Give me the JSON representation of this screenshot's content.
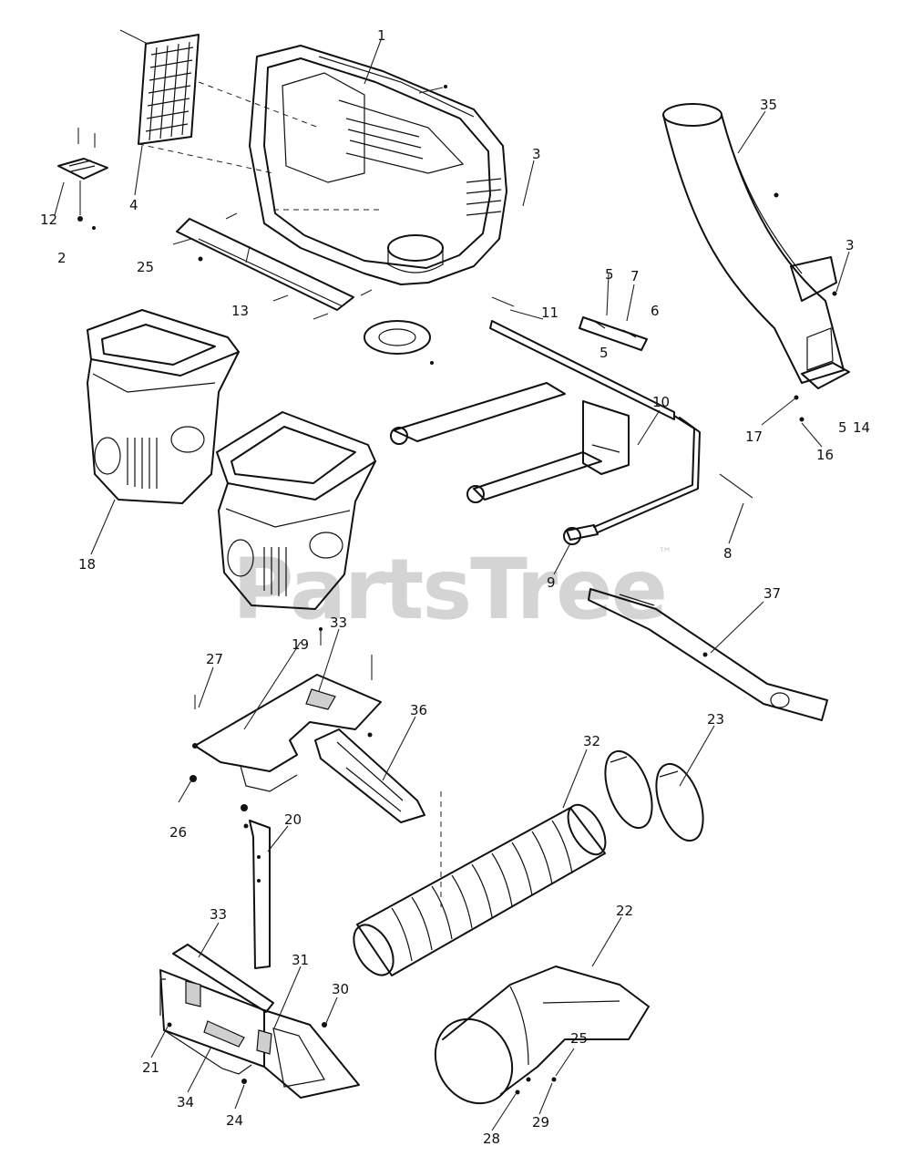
{
  "watermark": {
    "text": "PartsTree",
    "mark": "™"
  },
  "callouts": {
    "c1": "1",
    "c2": "2",
    "c3a": "3",
    "c3b": "3",
    "c4": "4",
    "c5a": "5",
    "c5b": "5",
    "c5c": "5",
    "c6": "6",
    "c7": "7",
    "c8": "8",
    "c9": "9",
    "c10": "10",
    "c11": "11",
    "c12": "12",
    "c13": "13",
    "c14": "14",
    "c16": "16",
    "c17": "17",
    "c18": "18",
    "c19": "19",
    "c20": "20",
    "c21": "21",
    "c22": "22",
    "c23": "23",
    "c24": "24",
    "c25a": "25",
    "c25b": "25",
    "c26": "26",
    "c27": "27",
    "c28": "28",
    "c29": "29",
    "c30": "30",
    "c31": "31",
    "c32": "32",
    "c33a": "33",
    "c33b": "33",
    "c34": "34",
    "c35": "35",
    "c36": "36",
    "c37": "37"
  }
}
